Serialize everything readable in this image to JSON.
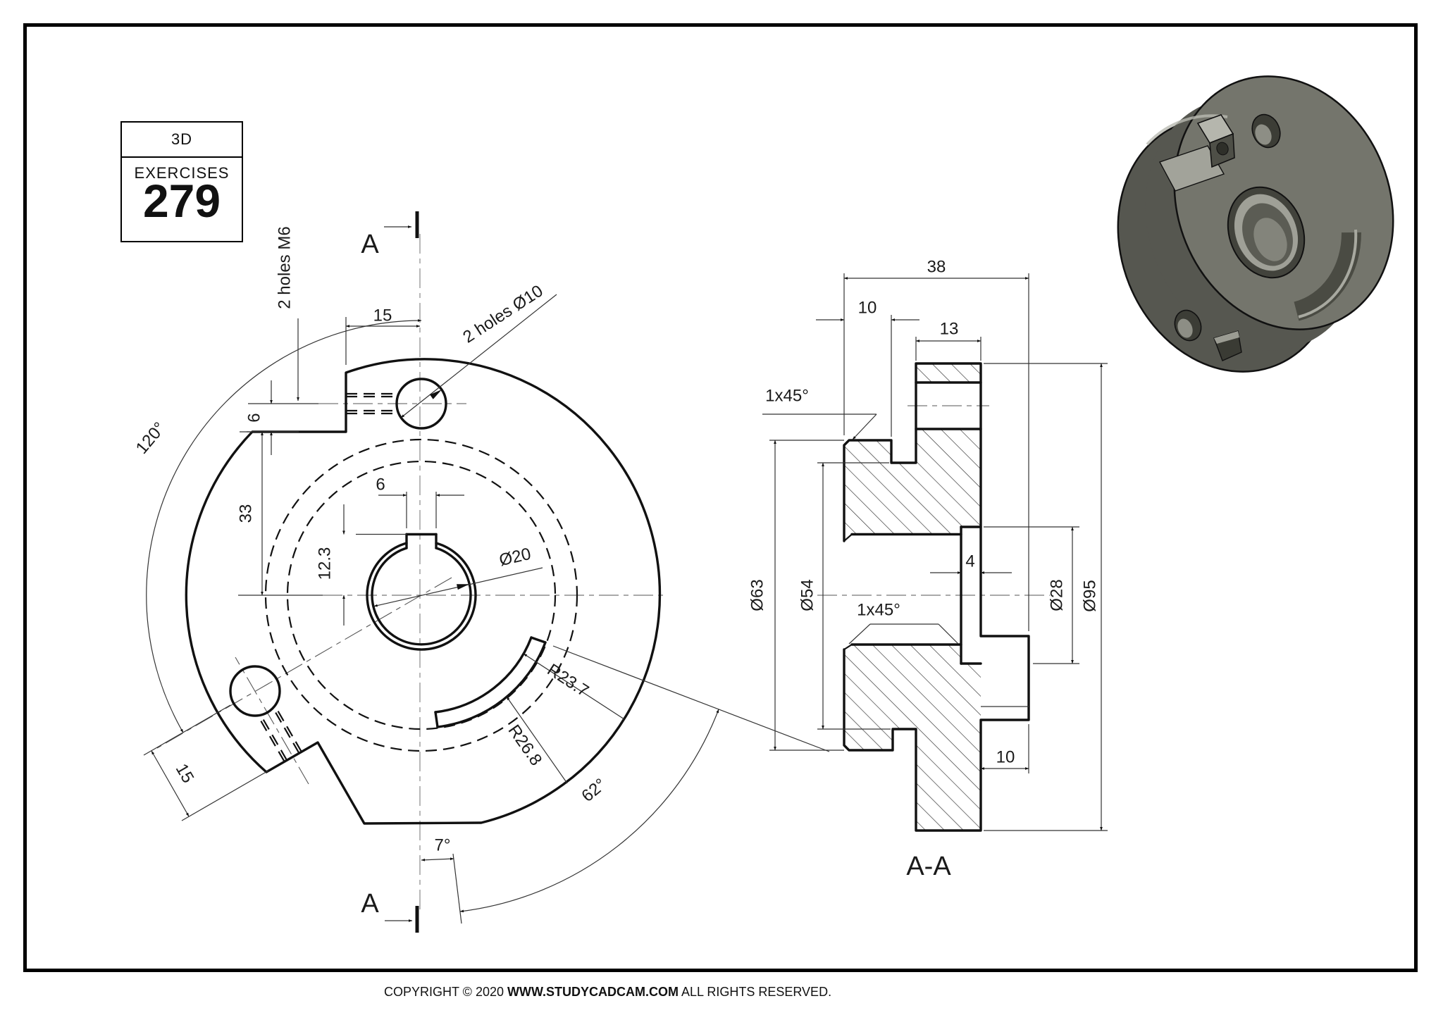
{
  "title_block": {
    "series": "3D EXERCISES",
    "number": "279"
  },
  "footer": {
    "copyright_prefix": "COPYRIGHT © 2020",
    "site": "WWW.STUDYCADCAM.COM",
    "rights_suffix": "ALL RIGHTS RESERVED."
  },
  "colors": {
    "ink": "#111111",
    "centerline_gray": "#8a8a8a",
    "part_gray": "#73746c"
  },
  "front_view": {
    "labels": {
      "m6_note": "2 holes M6",
      "d10_note": "2 holes Ø10",
      "a_top": "A",
      "a_bottom": "A",
      "d15_top": "15",
      "d6_axis": "6",
      "d33": "33",
      "d12_3": "12.3",
      "d6_key": "6",
      "d20": "Ø20",
      "a120": "120°",
      "d15_lower": "15",
      "r23_7": "R23.7",
      "r26_8": "R26.8",
      "a62": "62°",
      "a7": "7°"
    }
  },
  "section_view": {
    "labels": {
      "title": "A-A",
      "d38": "38",
      "d10_top": "10",
      "d13": "13",
      "cham_top": "1x45°",
      "cham_bore": "1x45°",
      "d63": "Ø63",
      "d54": "Ø54",
      "d4": "4",
      "d28": "Ø28",
      "d95": "Ø95",
      "d10_pad": "10"
    }
  }
}
